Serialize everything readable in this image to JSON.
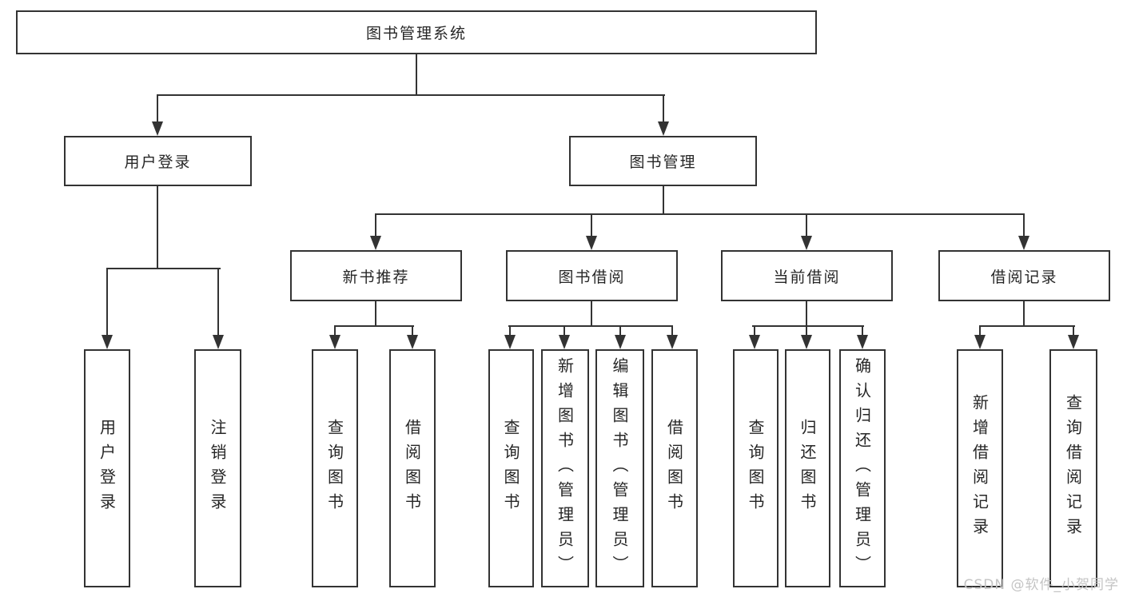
{
  "diagram": {
    "root": "图书管理系统",
    "level2": {
      "user_login": "用户登录",
      "book_mgmt": "图书管理"
    },
    "level3": {
      "new_book": "新书推荐",
      "borrow": "图书借阅",
      "current": "当前借阅",
      "records": "借阅记录"
    },
    "leaves": {
      "login": "用户登录",
      "logout": "注销登录",
      "new_query": "查询图书",
      "new_borrow": "借阅图书",
      "borrow_query": "查询图书",
      "borrow_add": "新增图书（管理员）",
      "borrow_edit": "编辑图书（管理员）",
      "borrow_borrow": "借阅图书",
      "cur_query": "查询图书",
      "cur_return": "归还图书",
      "cur_confirm": "确认归还（管理员）",
      "rec_add": "新增借阅记录",
      "rec_query": "查询借阅记录"
    }
  },
  "watermark": "CSDN @软件_小贺同学",
  "colors": {
    "line": "#333333",
    "border": "#333333",
    "text": "#262626",
    "watermark": "#c4c4c4",
    "background": "#ffffff"
  }
}
